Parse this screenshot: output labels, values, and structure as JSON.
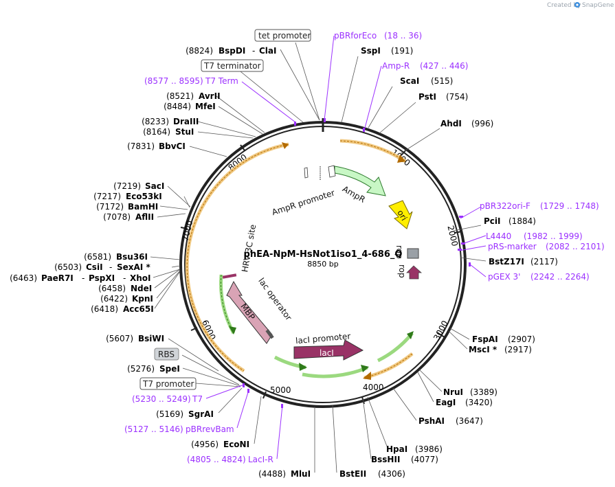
{
  "credit": {
    "created_by": "Created by",
    "brand": "SnapGene"
  },
  "plasmid": {
    "name": "phEA-NpM-HsNot1iso1_4-686_Q",
    "size_label": "8850 bp"
  },
  "ticks": [
    "1000",
    "2000",
    "3000",
    "4000",
    "5000",
    "6000",
    "7000",
    "8000"
  ],
  "features": {
    "AmpR_promoter": "AmpR promoter",
    "AmpR": "AmpR",
    "ori": "ori",
    "rop": "rop",
    "lacI_promoter": "lacI promoter",
    "lacI": "lacI",
    "lac_operator": "lac operator",
    "MBP": "MBP",
    "HRV3C_site": "HRV 3C site"
  },
  "sites_right": [
    {
      "name": "SspI",
      "pos": "(191)"
    },
    {
      "name": "ScaI",
      "pos": "(515)"
    },
    {
      "name": "PstI",
      "pos": "(754)"
    },
    {
      "name": "AhdI",
      "pos": "(996)"
    },
    {
      "name": "PciI",
      "pos": "(1884)"
    },
    {
      "name": "BstZ17I",
      "pos": "(2117)"
    },
    {
      "name": "FspAI",
      "pos": "(2907)"
    },
    {
      "name": "MscI *",
      "pos": "(2917)"
    },
    {
      "name": "NruI",
      "pos": "(3389)"
    },
    {
      "name": "EagI",
      "pos": "(3420)"
    },
    {
      "name": "PshAI",
      "pos": "(3647)"
    },
    {
      "name": "HpaI",
      "pos": "(3986)"
    },
    {
      "name": "BssHII",
      "pos": "(4077)"
    },
    {
      "name": "BstEII",
      "pos": "(4306)"
    }
  ],
  "sites_left": [
    {
      "name": "BspDI",
      "pos": "(8824)",
      "extra": "ClaI"
    },
    {
      "name": "AvrII",
      "pos": "(8521)"
    },
    {
      "name": "MfeI",
      "pos": "(8484)"
    },
    {
      "name": "DraIII",
      "pos": "(8233)"
    },
    {
      "name": "StuI",
      "pos": "(8164)"
    },
    {
      "name": "BbvCI",
      "pos": "(7831)"
    },
    {
      "name": "SacI",
      "pos": "(7219)"
    },
    {
      "name": "Eco53kI",
      "pos": "(7217)"
    },
    {
      "name": "BamHI",
      "pos": "(7172)"
    },
    {
      "name": "AflII",
      "pos": "(7078)"
    },
    {
      "name": "Bsu36I",
      "pos": "(6581)"
    },
    {
      "name": "CsiI",
      "pos": "(6503)",
      "extra": "SexAI *"
    },
    {
      "name": "PaeR7I",
      "pos": "(6463)",
      "extra": "PspXI",
      "extra2": "XhoI"
    },
    {
      "name": "NdeI",
      "pos": "(6458)"
    },
    {
      "name": "KpnI",
      "pos": "(6422)"
    },
    {
      "name": "Acc65I",
      "pos": "(6418)"
    },
    {
      "name": "BsiWI",
      "pos": "(5607)"
    },
    {
      "name": "SpeI",
      "pos": "(5276)"
    },
    {
      "name": "SgrAI",
      "pos": "(5169)"
    },
    {
      "name": "EcoNI",
      "pos": "(4956)"
    },
    {
      "name": "MluI",
      "pos": "(4488)"
    }
  ],
  "primers": [
    {
      "name": "pBRforEco",
      "range": "(18 .. 36)"
    },
    {
      "name": "Amp-R",
      "range": "(427 .. 446)"
    },
    {
      "name": "T7 Term",
      "range": "(8577 .. 8595)"
    },
    {
      "name": "pBR322ori-F",
      "range": "(1729 .. 1748)"
    },
    {
      "name": "L4440",
      "range": "(1982 .. 1999)"
    },
    {
      "name": "pRS-marker",
      "range": "(2082 .. 2101)"
    },
    {
      "name": "pGEX 3'",
      "range": "(2242 .. 2264)"
    },
    {
      "name": "T7",
      "range": "(5230 .. 5249)"
    },
    {
      "name": "pBRrevBam",
      "range": "(5127 .. 5146)"
    },
    {
      "name": "LacI-R",
      "range": "(4805 .. 4824)"
    }
  ],
  "boxed": {
    "tet_promoter": "tet promoter",
    "T7_terminator": "T7 terminator",
    "RBS": "RBS",
    "T7_promoter": "T7 promoter"
  },
  "colors": {
    "backbone": "#222222",
    "AmpR": "#c8f7c5",
    "ori": "#ffee00",
    "lacI": "#993366",
    "MBP": "#d9a3b5",
    "orf_outline": "#cc7a00",
    "primer": "#9b30ff",
    "brand": "#3a8dde"
  }
}
